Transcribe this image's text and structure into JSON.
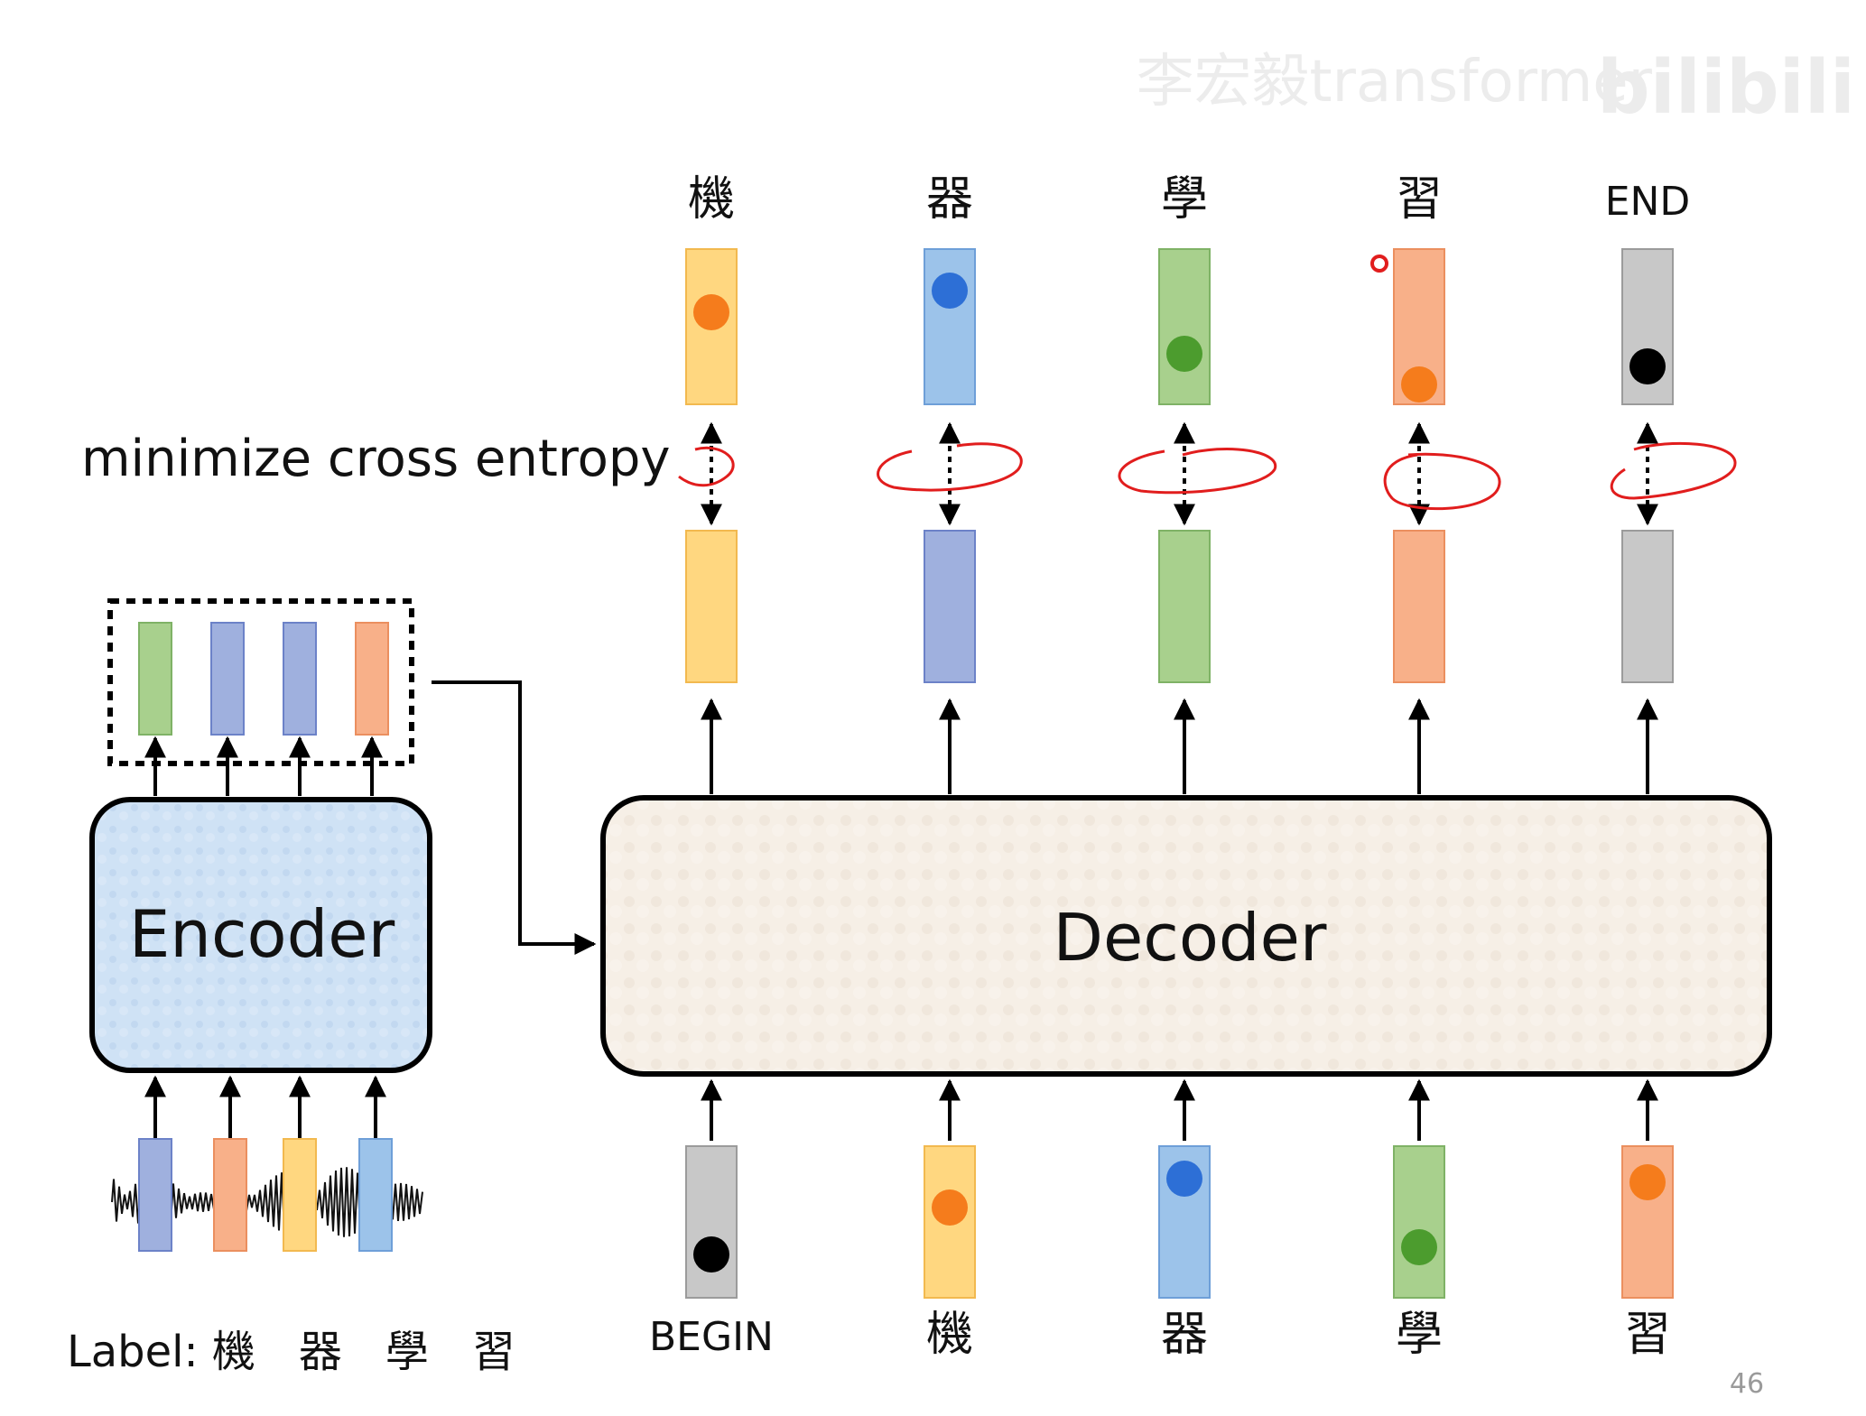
{
  "watermark": {
    "text": "李宏毅transformer",
    "logo": "bilibili"
  },
  "loss_label": "minimize cross entropy",
  "encoder_label": "Encoder",
  "decoder_label": "Decoder",
  "label_line": "Label: 機　器　學　習",
  "page_number": "46",
  "colors": {
    "yellow": "#ffd780",
    "blue_light": "#9cc3ea",
    "green": "#a8d08d",
    "orange": "#f8b089",
    "gray": "#c8c8c8",
    "blue_dark": "#9fb0de",
    "dot_orange": "#f57c1c",
    "dot_blue": "#2d6fd6",
    "dot_green": "#4c9c2e",
    "dot_black": "#000000",
    "annotation_red": "#e11d1d"
  },
  "outputs": [
    {
      "token": "機",
      "color": "yellow",
      "dot": "dot_orange"
    },
    {
      "token": "器",
      "color": "blue_light",
      "dot": "dot_blue"
    },
    {
      "token": "學",
      "color": "green",
      "dot": "dot_green"
    },
    {
      "token": "習",
      "color": "orange",
      "dot": "dot_orange"
    },
    {
      "token": "END",
      "color": "gray",
      "dot": "dot_black"
    }
  ],
  "decoder_outputs": [
    "yellow",
    "blue_dark",
    "green",
    "orange",
    "gray"
  ],
  "inputs": [
    {
      "token": "BEGIN",
      "color": "gray",
      "dot": "dot_black"
    },
    {
      "token": "機",
      "color": "yellow",
      "dot": "dot_orange"
    },
    {
      "token": "器",
      "color": "blue_light",
      "dot": "dot_blue"
    },
    {
      "token": "學",
      "color": "green",
      "dot": "dot_green"
    },
    {
      "token": "習",
      "color": "orange",
      "dot": "dot_orange"
    }
  ],
  "encoder_outputs": [
    "green",
    "blue_dark",
    "blue_dark",
    "orange"
  ],
  "encoder_inputs": [
    "blue_dark",
    "orange",
    "yellow",
    "blue_light"
  ]
}
